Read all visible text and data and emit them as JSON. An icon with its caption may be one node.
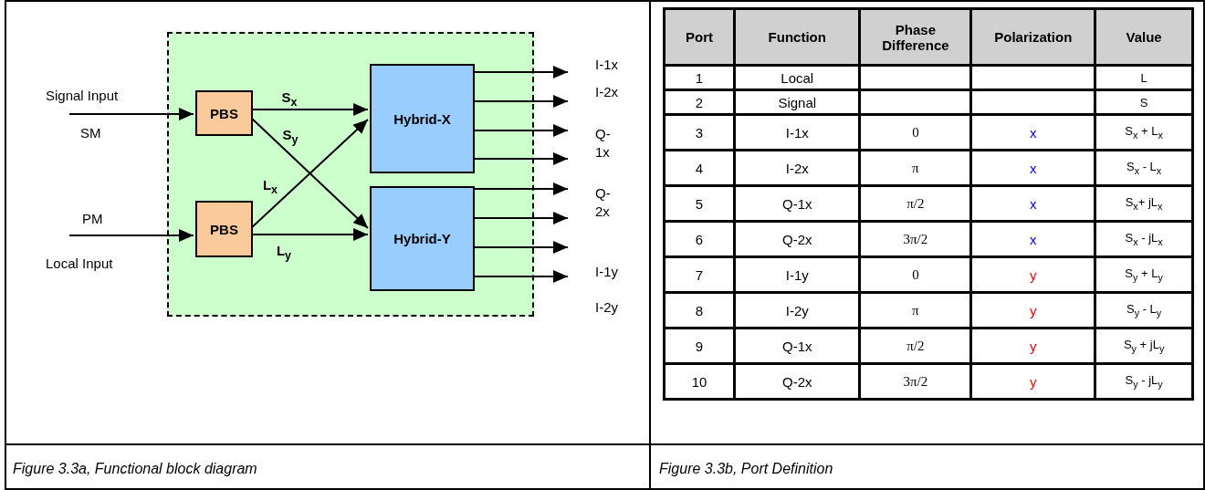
{
  "diagram": {
    "nodes": [
      {
        "text": [],
        "shape": "box"
      },
      {
        "text": [
          "PBS"
        ],
        "in": 0
      },
      {
        "text": [
          "PBS"
        ],
        "in": 0
      },
      {
        "text": [
          "Hybrid-X"
        ],
        "in": 0
      },
      {
        "text": [
          "Hybrid-Y"
        ],
        "in": 0
      }
    ],
    "edges": [
      {
        "from": null,
        "to": 1,
        "arrow": "to"
      },
      {
        "from": null,
        "to": 2,
        "arrow": "to"
      },
      {
        "from": 1,
        "to": 3,
        "arrow": "to",
        "label": "S$_{x}$"
      },
      {
        "from": 1,
        "to": 4,
        "arrow": "to",
        "label": "S$_{y}$"
      },
      {
        "from": 2,
        "to": 3,
        "arrow": "to",
        "label": "L$_{x}$"
      },
      {
        "from": 2,
        "to": 4,
        "arrow": "to",
        "label": "L$_{y}$"
      },
      {
        "from": 3,
        "to": null,
        "arrow": "to"
      },
      {
        "from": 3,
        "to": null,
        "arrow": "to"
      },
      {
        "from": 3,
        "to": null,
        "arrow": "to"
      },
      {
        "from": 3,
        "to": null,
        "arrow": "to"
      },
      {
        "from": 4,
        "to": null,
        "arrow": "to"
      },
      {
        "from": 4,
        "to": null,
        "arrow": "to"
      },
      {
        "from": 4,
        "to": null,
        "arrow": "to"
      },
      {
        "from": 4,
        "to": null,
        "arrow": "to"
      }
    ],
    "labels": [
      "Signal Input",
      "SM",
      "PM",
      "Local Input",
      "I-1x",
      "I-2x",
      "Q-1x",
      "Q-2x",
      "I-1y",
      "I-2y",
      "Port",
      "Function",
      "Phase Difference",
      "Polarization",
      "Value",
      "1",
      "Local",
      "L",
      "2",
      "Signal",
      "S",
      "3",
      "I-1x",
      "0",
      "x",
      "S$_{x}$ + L$_{x}$",
      "4",
      "I-2x",
      "π",
      "x",
      "S$_{x}$ - L$_{x}$",
      "5",
      "Q-1x",
      "π/2",
      "x",
      "S$_{x}$+ jL$_{x}$",
      "6",
      "Q-2x",
      "3π/2",
      "x",
      "S$_{x}$ - jL$_{x}$",
      "7",
      "I-1y",
      "0",
      "y",
      "S$_{y}$ + L$_{y}$",
      "8",
      "I-2y",
      "π",
      "y",
      "S$_{y}$ - L$_{y}$",
      "9",
      "Q-1x",
      "π/2",
      "y",
      "S$_{y}$ + jL$_{y}$",
      "10",
      "Q-2x",
      "3π/2",
      "y",
      "S$_{y}$ - jL$_{y}$",
      "Figure 3.3a, Functional block diagram",
      "Figure 3.3b, Port Definition"
    ]
  }
}
